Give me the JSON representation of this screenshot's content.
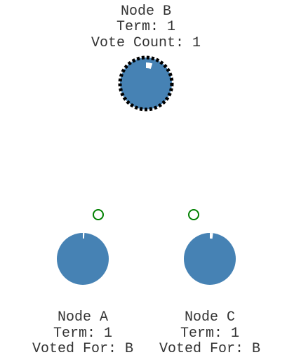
{
  "nodes": {
    "b": {
      "name": "Node B",
      "term": "Term: 1",
      "status": "Vote Count: 1",
      "role": "candidate",
      "timer_remaining": 0.95
    },
    "a": {
      "name": "Node A",
      "term": "Term: 1",
      "status": "Voted For: B",
      "role": "follower",
      "timer_remaining": 0.99
    },
    "c": {
      "name": "Node C",
      "term": "Term: 1",
      "status": "Voted For: B",
      "role": "follower",
      "timer_remaining": 0.98
    }
  },
  "colors": {
    "node_fill": "#4682b4",
    "timer_arc": "#ffffff",
    "candidate_ring": "#000000",
    "message": "#008000",
    "text": "#333333"
  },
  "icons": {
    "message": "open-circle"
  }
}
